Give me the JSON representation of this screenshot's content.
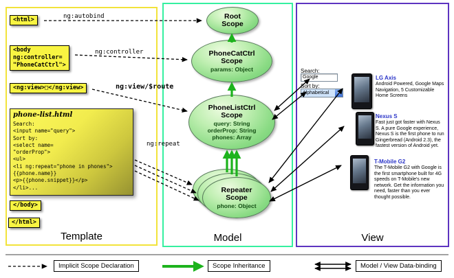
{
  "panels": {
    "template": {
      "label": "Template"
    },
    "model": {
      "label": "Model"
    },
    "view": {
      "label": "View"
    }
  },
  "template": {
    "html_open": "<html>",
    "body_open": [
      "<body",
      "ng:controller=",
      "\"PhoneCatCtrl\">"
    ],
    "ng_view": "<ng:view>□</ng:view>",
    "phone_list": {
      "title": "phone-list.html",
      "lines": [
        "Search:",
        "<input name=\"query\">",
        "Sort by:",
        "<select name=",
        "\"orderProp\">",
        "<ul>",
        "<li ng:repeat=\"phone in phones\">",
        "{{phone.name}}",
        "<p>{{phone.snippet}}</p>",
        "</li>..."
      ]
    },
    "body_close": "</body>",
    "html_close": "</html>"
  },
  "arrows": {
    "autobind": "ng:autobind",
    "controller": "ng:controller",
    "view_route": "ng:view/$route",
    "repeat": "ng:repeat"
  },
  "model": {
    "root": {
      "name": "Root Scope"
    },
    "phonecat": {
      "name": "PhoneCatCtrl Scope",
      "props": [
        "params: Object"
      ]
    },
    "phonelist": {
      "name": "PhoneListCtrl Scope",
      "props": [
        "query: String",
        "orderProp: String",
        "phones: Array"
      ]
    },
    "repeater": {
      "name": "Repeater Scope",
      "props": [
        "phone: Object"
      ]
    }
  },
  "view": {
    "search_label": "Search:",
    "search_value": "Google",
    "sort_label": "Sort by:",
    "sort_value": "Alphabetical",
    "phones": [
      {
        "name": "LG Axis",
        "snippet": "Android Powered, Google Maps Navigation, 5 Customizable Home Screens"
      },
      {
        "name": "Nexus S",
        "snippet": "Fast just got faster with Nexus S. A pure Google experience, Nexus S is the first phone to run Gingerbread (Android 2.3), the fastest version of Android yet."
      },
      {
        "name": "T-Mobile G2",
        "snippet": "The T-Mobile G2 with Google is the first smartphone built for 4G speeds on T-Mobile's new network. Get the information you need, faster than you ever thought possible."
      }
    ]
  },
  "legend": [
    {
      "label": "Implicit Scope Declaration"
    },
    {
      "label": "Scope Inheritance"
    },
    {
      "label": "Model / View Data-binding"
    }
  ],
  "colors": {
    "template_border": "#f2e33a",
    "model_border": "#35f0a0",
    "view_border": "#5d33c0",
    "scope_fill_green": "#8adb84",
    "inheritance_arrow_green": "#1db31d",
    "link_blue": "#2b35c8",
    "tag_yellow": "#f8f442"
  }
}
